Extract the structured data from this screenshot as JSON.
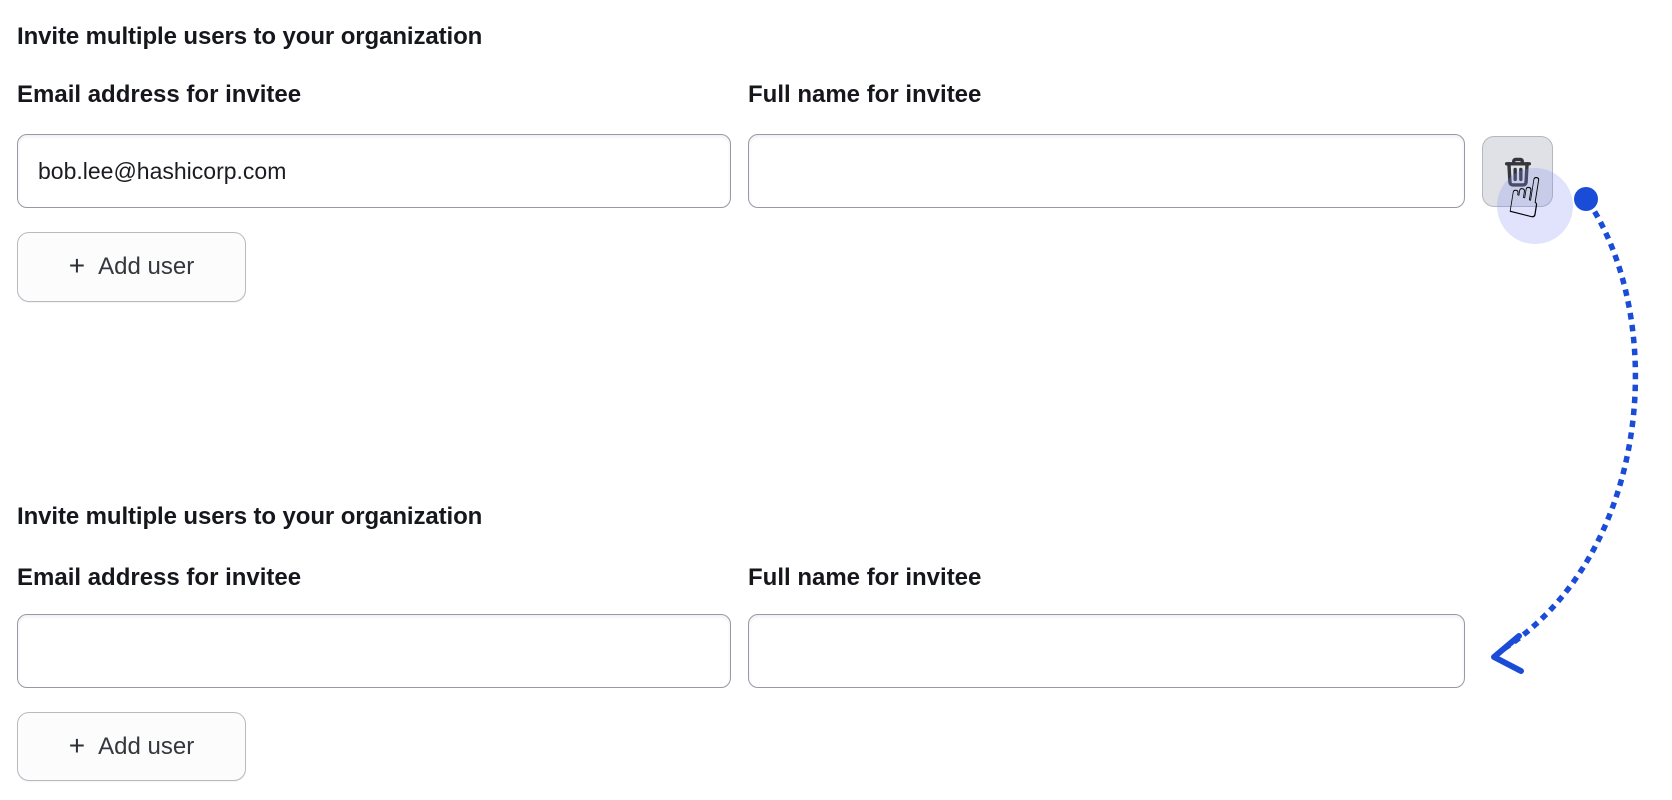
{
  "colors": {
    "accent_blue": "#1a4cd8",
    "click_halo": "rgba(132,144,240,0.25)",
    "input_border": "#979aa4",
    "heading_text": "#15171c",
    "button_border": "#b7bac1",
    "trash_button_bg": "#dfe1e6",
    "icon_color": "#34363c"
  },
  "cursor_glyph": "☝",
  "forms": [
    {
      "heading": "Invite multiple users to your organization",
      "fields": [
        {
          "label": "Email address for invitee",
          "value": "bob.lee@hashicorp.com"
        },
        {
          "label": "Full name for invitee",
          "value": ""
        }
      ],
      "add_user": {
        "plus": "+",
        "label": "Add user"
      }
    },
    {
      "heading": "Invite multiple users to your organization",
      "fields": [
        {
          "label": "Email address for invitee",
          "value": ""
        },
        {
          "label": "Full name for invitee",
          "value": ""
        }
      ],
      "add_user": {
        "plus": "+",
        "label": "Add user"
      }
    }
  ]
}
